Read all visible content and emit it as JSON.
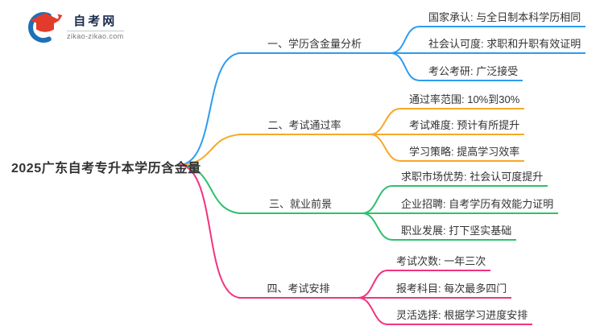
{
  "logo": {
    "name": "自考网",
    "domain": "zikao-zikao.com",
    "swoosh_color": "#1E6FB5",
    "cap_color": "#E23B2C",
    "name_color": "#1A2B4C"
  },
  "central_topic": "2025广东自考专升本学历含金量",
  "text_color": "#333333",
  "branches": [
    {
      "label": "一、学历含金量分析",
      "color": "#2D9CF0",
      "children": [
        "国家承认: 与全日制本科学历相同",
        "社会认可度: 求职和升职有效证明",
        "考公考研: 广泛接受"
      ]
    },
    {
      "label": "二、考试通过率",
      "color": "#F7A928",
      "children": [
        "通过率范围: 10%到30%",
        "考试难度: 预计有所提升",
        "学习策略: 提高学习效率"
      ]
    },
    {
      "label": "三、就业前景",
      "color": "#2EC06C",
      "children": [
        "求职市场优势: 社会认可度提升",
        "企业招聘: 自考学历有效能力证明",
        "职业发展: 打下坚实基础"
      ]
    },
    {
      "label": "四、考试安排",
      "color": "#F2327E",
      "children": [
        "考试次数: 一年三次",
        "报考科目: 每次最多四门",
        "灵活选择: 根据学习进度安排"
      ]
    }
  ]
}
